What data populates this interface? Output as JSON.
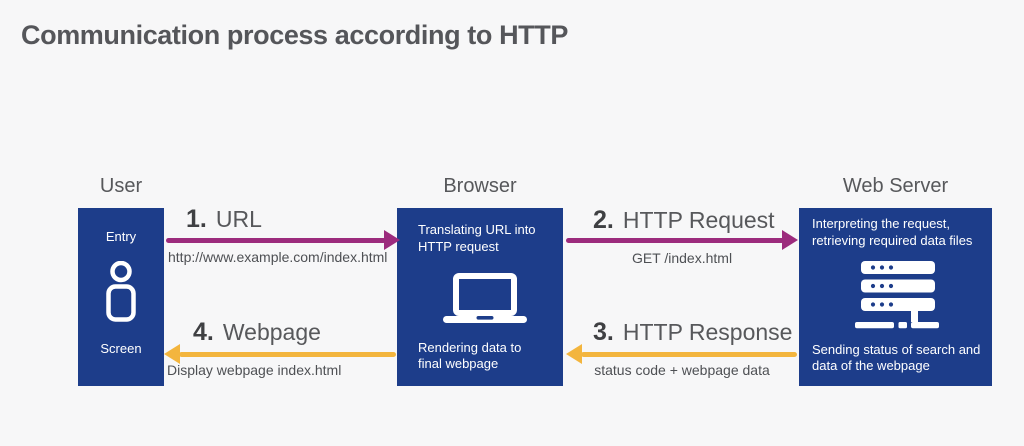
{
  "title": "Communication process according to HTTP",
  "colors": {
    "background": "#f7f7f8",
    "box_blue": "#1d3d8a",
    "box_text": "#ffffff",
    "arrow_purple": "#9c2b7d",
    "arrow_yellow": "#f3b53e",
    "title_text": "#55565a",
    "label_text": "#57585b",
    "number_text": "#3f4043",
    "sub_text": "#4e5054"
  },
  "nodes": {
    "user": {
      "label": "User",
      "top": "Entry",
      "bottom": "Screen",
      "icon": "person-icon"
    },
    "browser": {
      "label": "Browser",
      "top": "Translating URL into HTTP request",
      "bottom": "Rendering data to final webpage",
      "icon": "laptop-icon"
    },
    "server": {
      "label": "Web Server",
      "top": "Interpreting the request, retrieving required data files",
      "bottom": "Sending status of search and data of the webpage",
      "icon": "server-icon"
    }
  },
  "arrows": [
    {
      "number": "1.",
      "label": "URL",
      "sublabel": "http://www.example.com/index.html",
      "direction": "right",
      "color": "#9c2b7d"
    },
    {
      "number": "2.",
      "label": "HTTP Request",
      "sublabel": "GET /index.html",
      "direction": "right",
      "color": "#9c2b7d"
    },
    {
      "number": "3.",
      "label": "HTTP Response",
      "sublabel": "status code + webpage data",
      "direction": "left",
      "color": "#f3b53e"
    },
    {
      "number": "4.",
      "label": "Webpage",
      "sublabel": "Display webpage index.html",
      "direction": "left",
      "color": "#f3b53e"
    }
  ]
}
